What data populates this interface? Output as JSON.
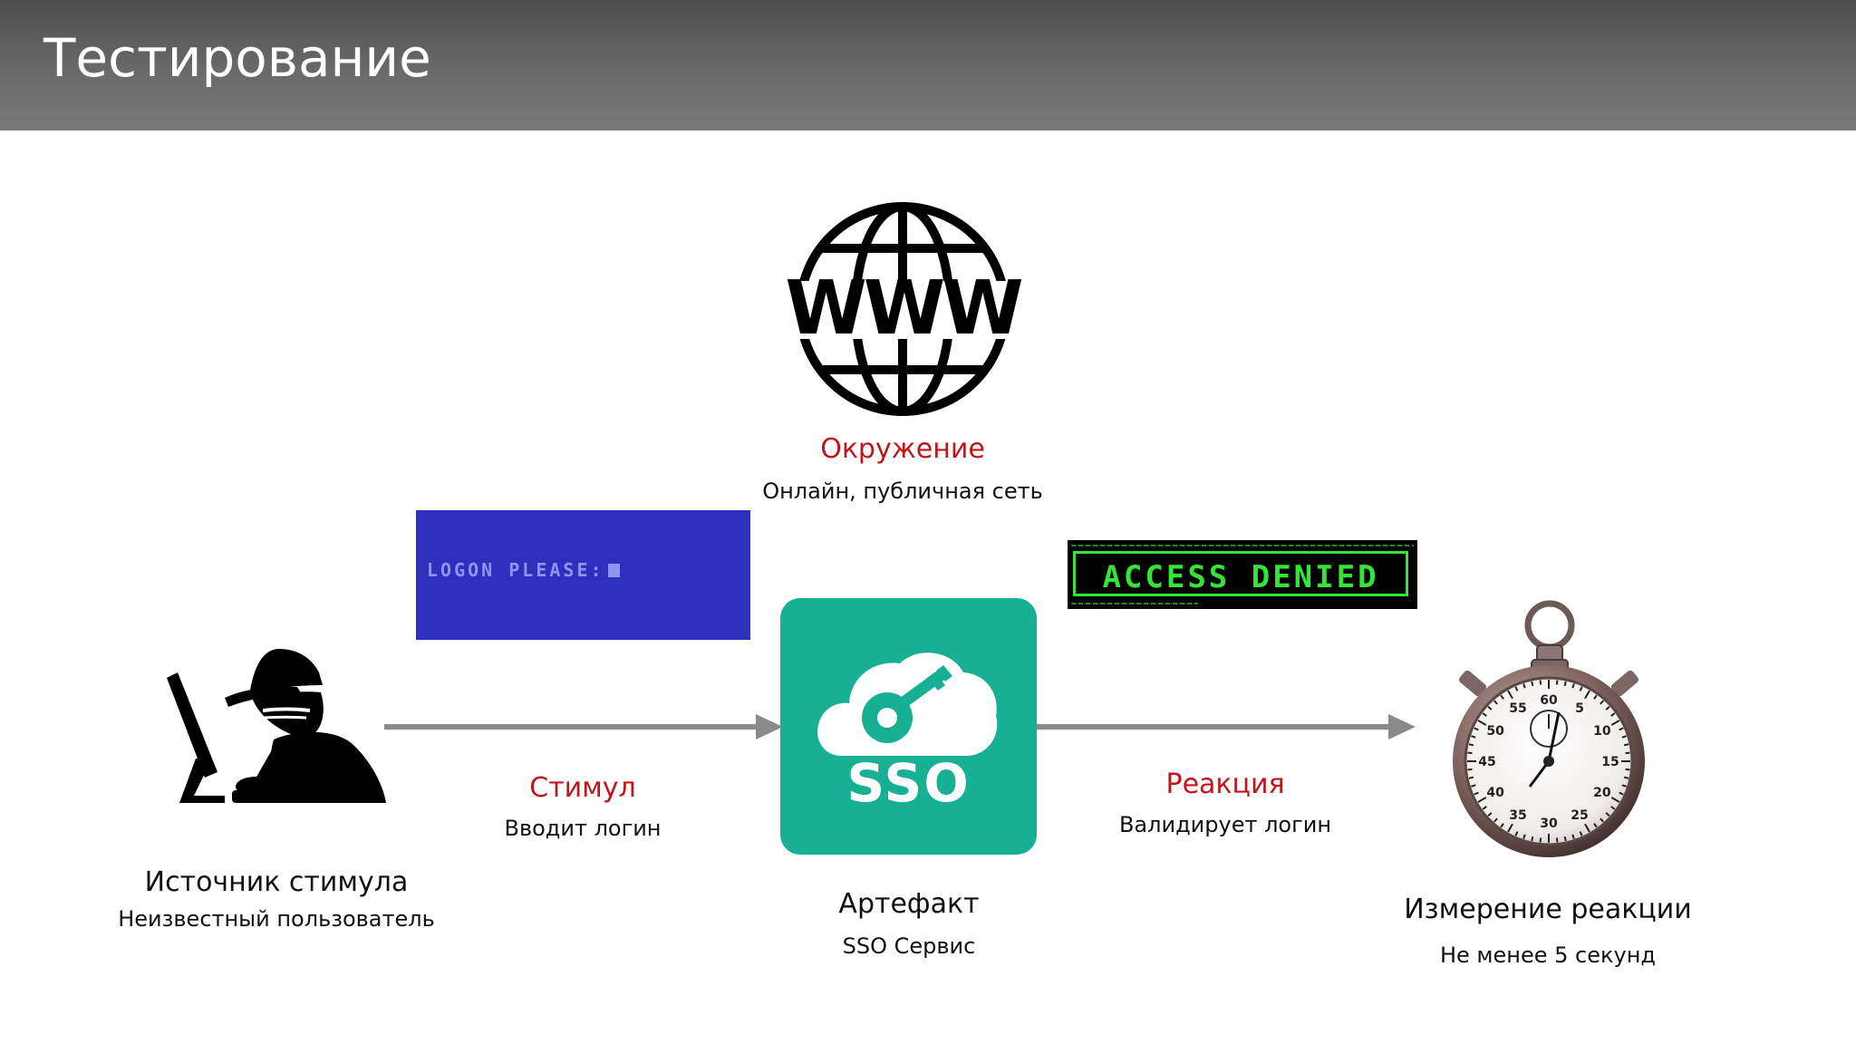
{
  "slide": {
    "title": "Тестирование"
  },
  "environment": {
    "icon": "www-globe-icon",
    "title": "Окружение",
    "subtitle": "Онлайн, публичная сеть"
  },
  "stimulus_source": {
    "icon": "hacker-at-computer-icon",
    "title": "Источник стимула",
    "subtitle": "Неизвестный пользователь"
  },
  "stimulus": {
    "title": "Стимул",
    "subtitle": "Вводит логин",
    "screen_text": "LOGON PLEASE:"
  },
  "artifact": {
    "icon": "sso-cloud-key-icon",
    "badge_text": "SSO",
    "title": "Артефакт",
    "subtitle": "SSO Сервис"
  },
  "response": {
    "title": "Реакция",
    "subtitle": "Валидирует логин",
    "screen_text": "ACCESS DENIED"
  },
  "response_measure": {
    "icon": "stopwatch-icon",
    "title": "Измерение реакции",
    "subtitle": "Не менее 5 секунд",
    "dial_numbers": [
      "60",
      "5",
      "10",
      "15",
      "20",
      "25",
      "30",
      "35",
      "40",
      "45",
      "50",
      "55"
    ]
  },
  "colors": {
    "header_bg": "#666666",
    "accent_red": "#c0151c",
    "sso_green": "#17b095",
    "logon_blue": "#2c30bd",
    "terminal_green": "#35e535",
    "arrow_gray": "#8a8a8a"
  }
}
